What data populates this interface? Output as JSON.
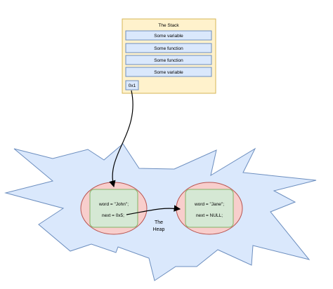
{
  "stack": {
    "title": "The Stack",
    "rows": [
      "Some variable",
      "Some function",
      "Some function",
      "Some variable"
    ],
    "pointer_label": "0x1"
  },
  "heap": {
    "label_line1": "The",
    "label_line2": "Heap"
  },
  "nodes": [
    {
      "line1": "word = \"John\";",
      "line2": "next = 0x5;"
    },
    {
      "line1": "word = \"Jane\";",
      "line2": "next = NULL;"
    }
  ],
  "colors": {
    "stack_fill": "#fff2cc",
    "stack_border": "#d6b656",
    "row_fill": "#dae8fc",
    "row_border": "#6c8ebf",
    "heap_fill": "#dae8fc",
    "heap_border": "#6c8ebf",
    "ellipse_fill": "#f8cecc",
    "ellipse_border": "#b85450",
    "node_fill": "#d5e8d4",
    "node_border": "#82b366"
  }
}
